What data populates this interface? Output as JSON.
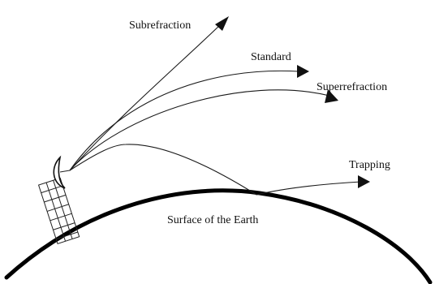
{
  "labels": {
    "subrefraction": "Subrefraction",
    "standard": "Standard",
    "superrefraction": "Superrefraction",
    "trapping": "Trapping",
    "surface": "Surface of the Earth"
  },
  "colors": {
    "line": "#1a1a1a",
    "earth": "#000000",
    "background": "#ffffff"
  },
  "icons": {
    "antenna": "radar-dish-on-lattice-tower"
  }
}
